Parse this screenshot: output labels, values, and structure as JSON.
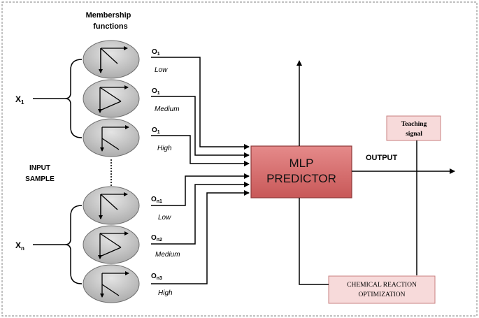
{
  "diagram": {
    "header": {
      "line1": "Membership",
      "line2": "functions"
    },
    "inputs": {
      "x1": {
        "base": "X",
        "sub": "1"
      },
      "xn": {
        "base": "X",
        "sub": "n"
      }
    },
    "input_sample": {
      "line1": "INPUT",
      "line2": "SAMPLE"
    },
    "membership": [
      {
        "out_base": "O",
        "out_sub": "1",
        "level": "Low"
      },
      {
        "out_base": "O",
        "out_sub": "1",
        "level": "Medium"
      },
      {
        "out_base": "O",
        "out_sub": "1",
        "level": "High"
      },
      {
        "out_base": "O",
        "out_sub": "n1",
        "level": "Low"
      },
      {
        "out_base": "O",
        "out_sub": "n2",
        "level": "Medium"
      },
      {
        "out_base": "O",
        "out_sub": "n3",
        "level": "High"
      }
    ],
    "mlp": {
      "line1": "MLP",
      "line2": "PREDICTOR"
    },
    "output_label": "OUTPUT",
    "teaching": {
      "line1": "Teaching",
      "line2": "signal"
    },
    "cro": {
      "line1": "CHEMICAL REACTION",
      "line2": "OPTIMIZATION"
    },
    "colors": {
      "mlp_fill": "#d96b6b",
      "box_fill": "#f7dada",
      "box_stroke": "#c98080",
      "ellipse_fill": "#c6c6c6",
      "line": "#000000"
    }
  }
}
